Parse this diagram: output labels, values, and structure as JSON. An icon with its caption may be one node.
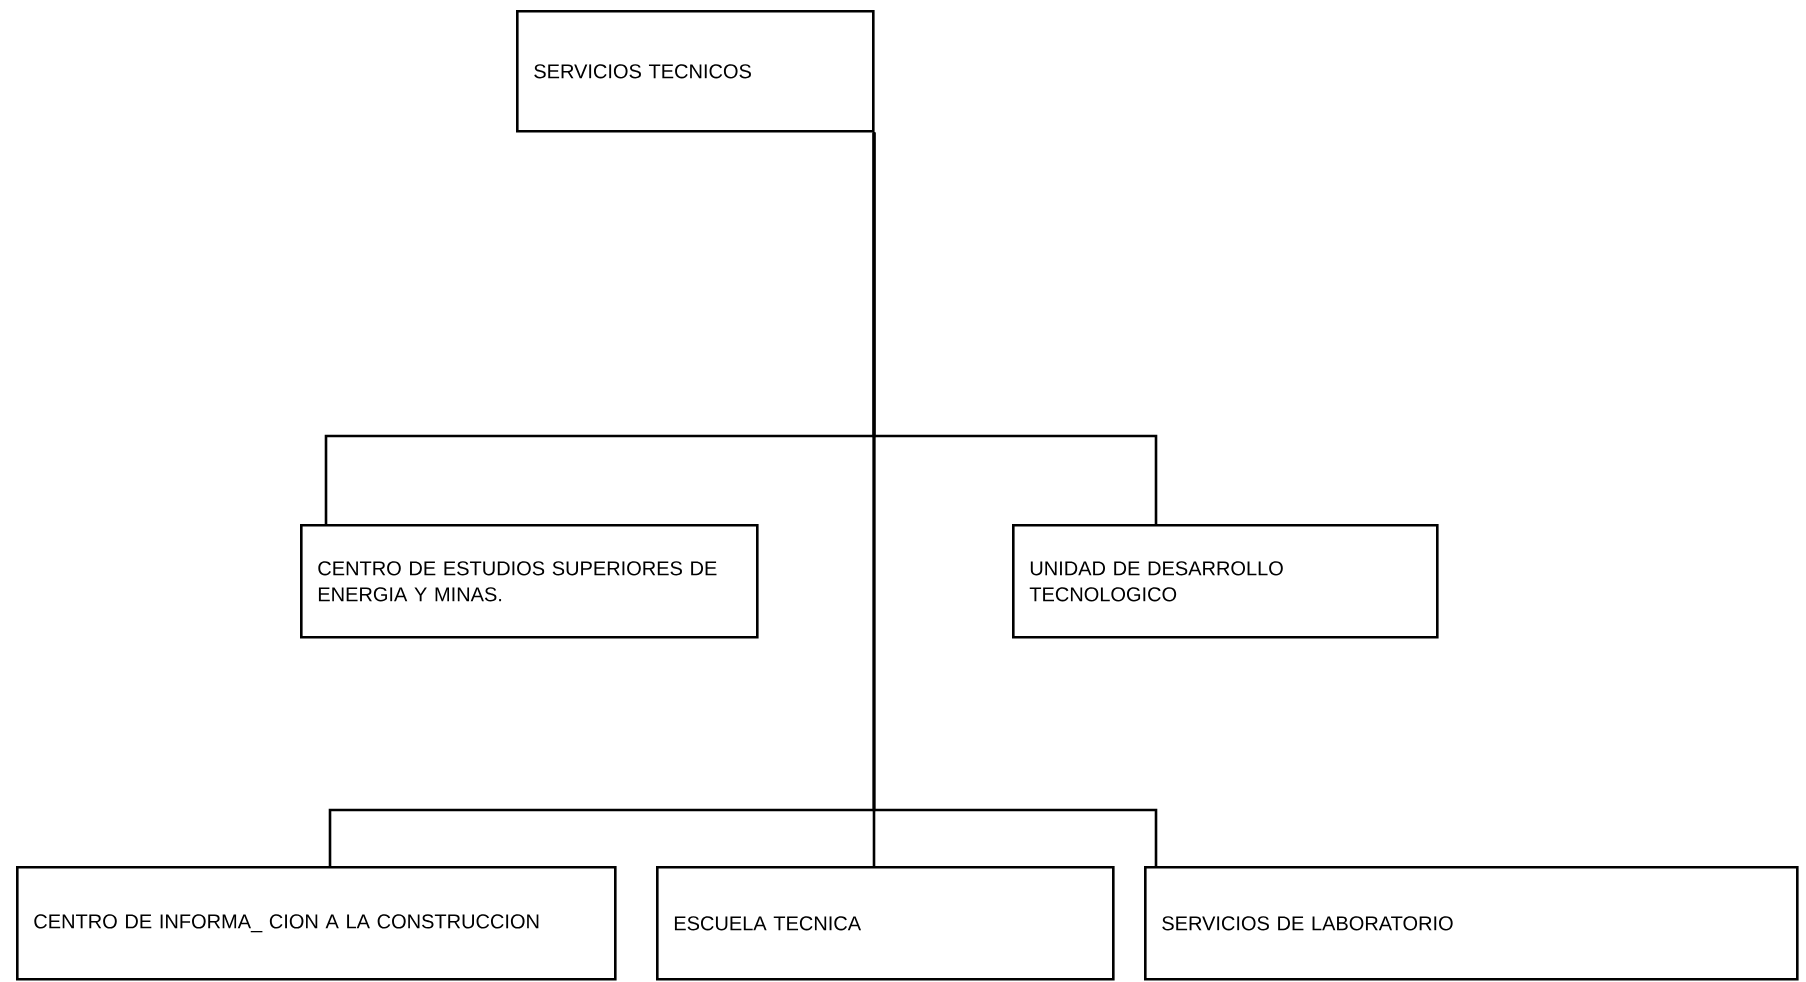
{
  "diagram": {
    "nodes": [
      {
        "text": [
          "SERVICIOS TECNICOS"
        ]
      },
      {
        "text": [
          "CENTRO DE ESTUDIOS SUPERIORES DE ENERGIA Y MINAS."
        ]
      },
      {
        "text": [
          "UNIDAD DE DESARROLLO TECNOLOGICO"
        ]
      },
      {
        "text": [
          "CENTRO DE INFORMA_ CION A LA CONSTRUCCION"
        ]
      },
      {
        "text": [
          "ESCUELA TECNICA"
        ]
      },
      {
        "text": [
          "SERVICIOS DE LABORATORIO"
        ]
      }
    ],
    "edges": [
      {
        "from": 0,
        "to": 1,
        "arrow": "none"
      },
      {
        "from": 0,
        "to": 2,
        "arrow": "none"
      },
      {
        "from": 0,
        "to": 3,
        "arrow": "none"
      },
      {
        "from": 0,
        "to": 4,
        "arrow": "none"
      },
      {
        "from": 0,
        "to": 5,
        "arrow": "none"
      }
    ]
  }
}
